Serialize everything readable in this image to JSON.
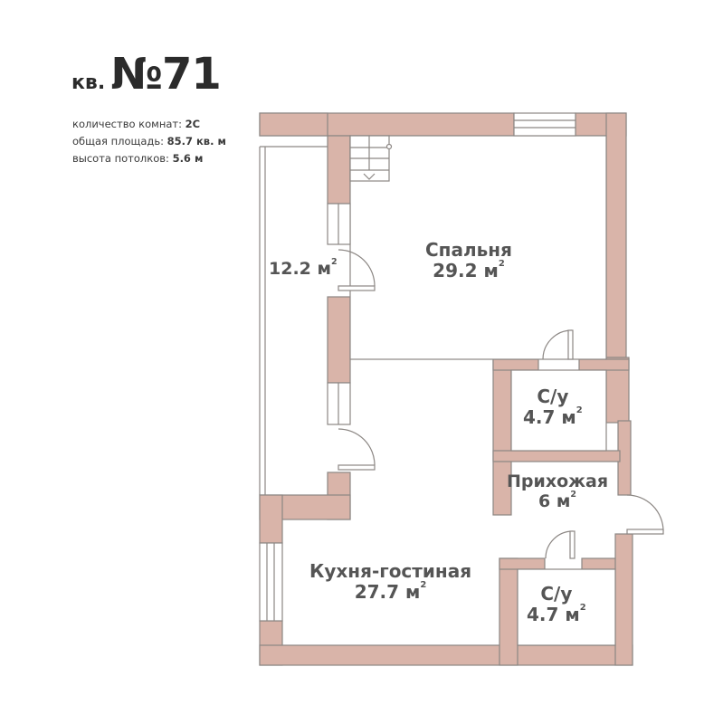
{
  "header": {
    "prefix": "кв.",
    "number": "№71"
  },
  "info": [
    {
      "label": "количество комнат: ",
      "value": "2С"
    },
    {
      "label": "общая площадь: ",
      "value": "85.7 кв. м"
    },
    {
      "label": "высота потолков: ",
      "value": "5.6 м"
    }
  ],
  "rooms": {
    "balcony": {
      "name": "",
      "area": "12.2 м",
      "unit_sup": "2"
    },
    "bedroom": {
      "name": "Спальня",
      "area": "29.2 м",
      "unit_sup": "2"
    },
    "bathroom1": {
      "name": "С/у",
      "area": "4.7 м",
      "unit_sup": "2"
    },
    "hallway": {
      "name": "Прихожая",
      "area": "6 м",
      "unit_sup": "2"
    },
    "kitchen": {
      "name": "Кухня-гостиная",
      "area": "27.7 м",
      "unit_sup": "2"
    },
    "bathroom2": {
      "name": "С/у",
      "area": "4.7 м",
      "unit_sup": "2"
    }
  },
  "colors": {
    "wall_fill": "#d9b4a9",
    "wall_stroke": "#8c8784",
    "text": "#555555"
  }
}
